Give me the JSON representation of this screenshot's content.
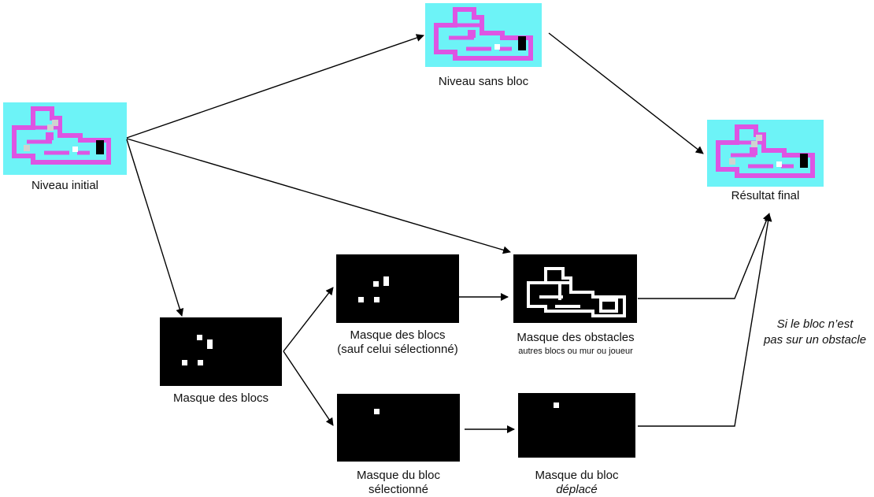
{
  "colors": {
    "sky": "#6df3f7",
    "wall": "#dd55e3",
    "block": "#cfd3d0",
    "player": "#ffffff",
    "goal": "#000000",
    "mask_bg": "#000000",
    "mask_fg": "#ffffff",
    "arrow": "#000000"
  },
  "nodes": {
    "initial": {
      "label": "Niveau initial"
    },
    "no_block": {
      "label": "Niveau sans bloc"
    },
    "final": {
      "label": "Résultat final"
    },
    "block_mask": {
      "label": "Masque des blocs"
    },
    "other_blocks": {
      "label_1": "Masque des blocs",
      "label_2": "(sauf celui sélectionné)"
    },
    "obstacles": {
      "label_1": "Masque des obstacles",
      "label_2": "autres blocs ou mur ou joueur"
    },
    "selected": {
      "label_1": "Masque du bloc",
      "label_2": "sélectionné"
    },
    "moved": {
      "label_1": "Masque du bloc",
      "label_2": "déplacé"
    }
  },
  "note": {
    "line_1": "Si le bloc n’est",
    "line_2": "pas sur un obstacle"
  }
}
